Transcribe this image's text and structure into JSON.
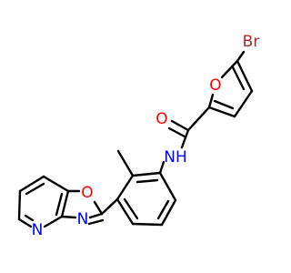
{
  "molecule": {
    "atom_labels": {
      "br": "Br",
      "o_furan": "O",
      "o_carbonyl": "O",
      "nh": "NH",
      "o_oxazole": "O",
      "n_oxazole": "N",
      "n_pyridine": "N"
    },
    "colors": {
      "bond": "#000000",
      "Br": "#a52a2a",
      "O": "#ff0000",
      "N": "#0000ff"
    }
  }
}
